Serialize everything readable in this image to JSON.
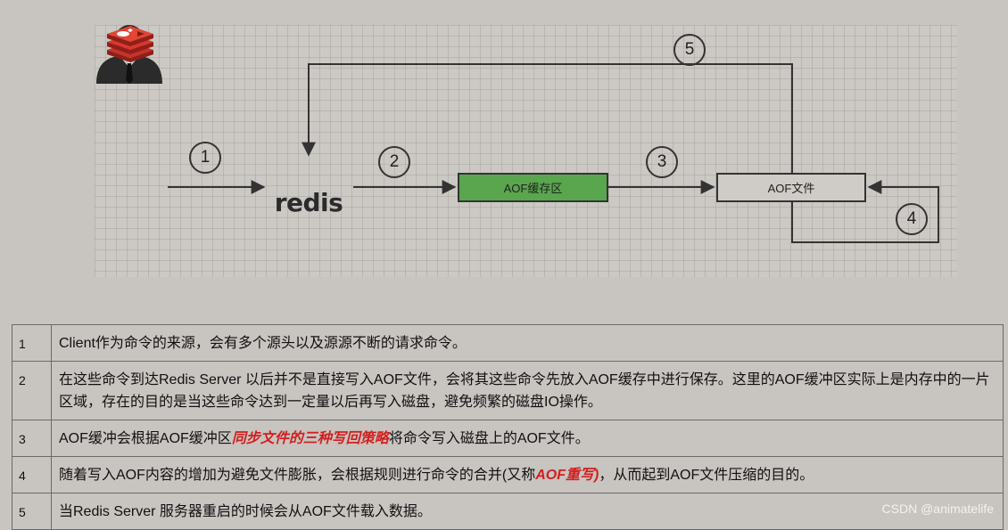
{
  "diagram": {
    "steps": [
      "1",
      "2",
      "3",
      "4",
      "5"
    ],
    "logo_text": "redis",
    "buffer_label": "AOF缓存区",
    "file_label": "AOF文件",
    "colors": {
      "buffer": "#5aa64e",
      "file": "#cfcbc6",
      "logo_red": "#c83228"
    }
  },
  "table": {
    "rows": [
      {
        "num": "1",
        "text": "Client作为命令的来源，会有多个源头以及源源不断的请求命令。"
      },
      {
        "num": "2",
        "text": "在这些命令到达Redis Server 以后并不是直接写入AOF文件，会将其这些命令先放入AOF缓存中进行保存。这里的AOF缓冲区实际上是内存中的一片区域，存在的目的是当这些命令达到一定量以后再写入磁盘，避免频繁的磁盘IO操作。"
      },
      {
        "num": "3",
        "text_before": "AOF缓冲会根据AOF缓冲区",
        "text_em": "同步文件的三种写回策略",
        "text_after": "将命令写入磁盘上的AOF文件。"
      },
      {
        "num": "4",
        "text_before": "随着写入AOF内容的增加为避免文件膨胀，会根据规则进行命令的合并(又称",
        "text_em": "AOF重写)",
        "text_after": "，从而起到AOF文件压缩的目的。"
      },
      {
        "num": "5",
        "text": "当Redis Server 服务器重启的时候会从AOF文件载入数据。"
      }
    ]
  },
  "watermark": "CSDN @animatelife"
}
